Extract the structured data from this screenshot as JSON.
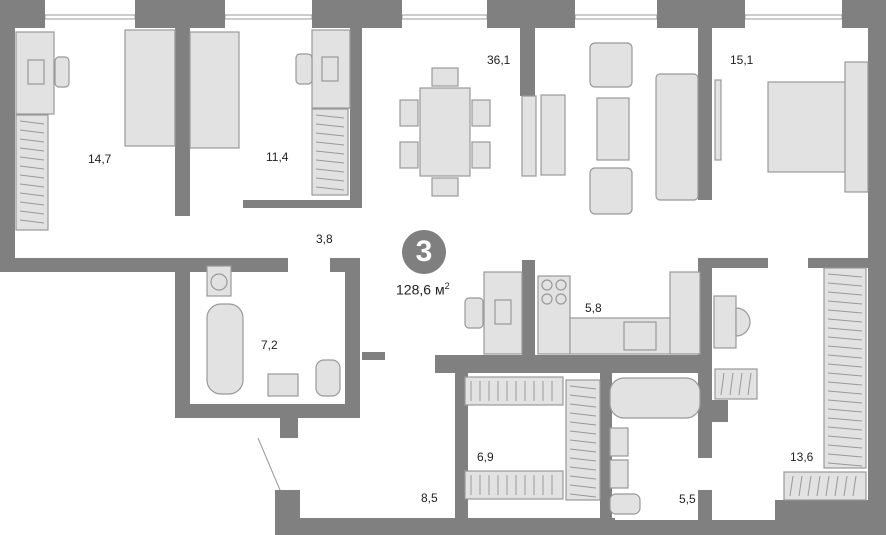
{
  "apartment": {
    "rooms_count": "3",
    "total_area": "128,6",
    "area_unit": "м",
    "area_unit_power": "2",
    "wall_color": "#808080",
    "furniture_color": "#e2e2e2"
  },
  "rooms": [
    {
      "area": "14,7"
    },
    {
      "area": "11,4"
    },
    {
      "area": "36,1"
    },
    {
      "area": "15,1"
    },
    {
      "area": "3,8"
    },
    {
      "area": "7,2"
    },
    {
      "area": "5,8"
    },
    {
      "area": "6,9"
    },
    {
      "area": "8,5"
    },
    {
      "area": "5,5"
    },
    {
      "area": "13,6"
    }
  ]
}
